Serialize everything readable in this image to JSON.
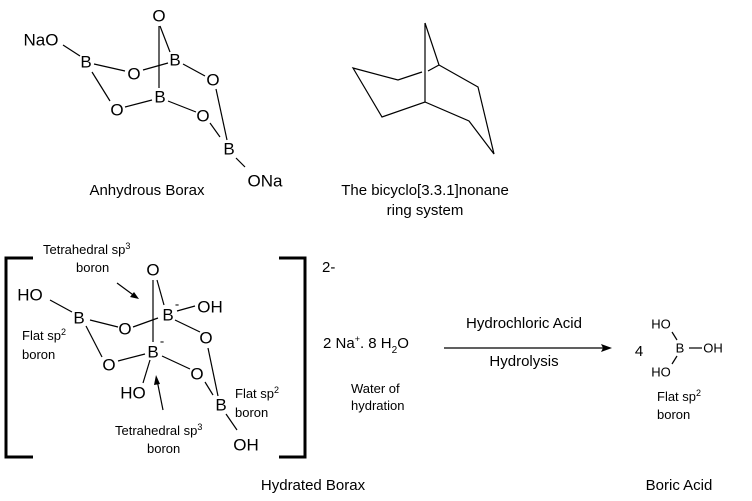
{
  "anhydrous_borax": {
    "atoms": {
      "o_top": "O",
      "nao": "NaO",
      "b_left": "B",
      "o_mid": "O",
      "b_upper": "B",
      "o_right": "O",
      "b_mid": "B",
      "o_lower_left": "O",
      "o_lower_right": "O",
      "b_bottom": "B",
      "ona": "ONa"
    },
    "label": "Anhydrous Borax"
  },
  "bicyclo": {
    "label_line1": "The bicyclo[3.3.1]nonane",
    "label_line2": "ring system"
  },
  "hydrated_borax": {
    "charge": "2-",
    "atoms": {
      "o_top": "O",
      "ho_left": "HO",
      "b_left": "B",
      "o_mid": "O",
      "b_upper": "B",
      "minus": "-",
      "oh_upper": "OH",
      "o_right": "O",
      "b_mid": "B",
      "o_lower_left": "O",
      "o_lower_right": "O",
      "ho_bottom": "HO",
      "b_bottom": "B",
      "oh_bottom": "OH"
    },
    "annotations": {
      "tetrahedral_top_1": "Tetrahedral sp",
      "tetrahedral_top_2": "boron",
      "flat_left_1": "Flat sp",
      "flat_left_2": "boron",
      "flat_right_1": "Flat sp",
      "flat_right_2": "boron",
      "tetrahedral_bottom_1": "Tetrahedral sp",
      "tetrahedral_bottom_2": "boron",
      "sup3": "3",
      "sup2": "2"
    },
    "counter_ions": {
      "prefix": "2 Na",
      "plus": "+",
      "mid": ". 8 H",
      "sub": "2",
      "suffix": "O"
    },
    "water_label_1": "Water of",
    "water_label_2": "hydration",
    "label": "Hydrated Borax"
  },
  "reaction": {
    "above_arrow": "Hydrochloric Acid",
    "below_arrow": "Hydrolysis"
  },
  "boric_acid": {
    "coefficient": "4",
    "atoms": {
      "ho_top": "HO",
      "b": "B",
      "oh": "OH",
      "ho_bottom": "HO"
    },
    "note_1": "Flat sp",
    "note_sup": "2",
    "note_2": "boron",
    "label": "Boric Acid"
  }
}
